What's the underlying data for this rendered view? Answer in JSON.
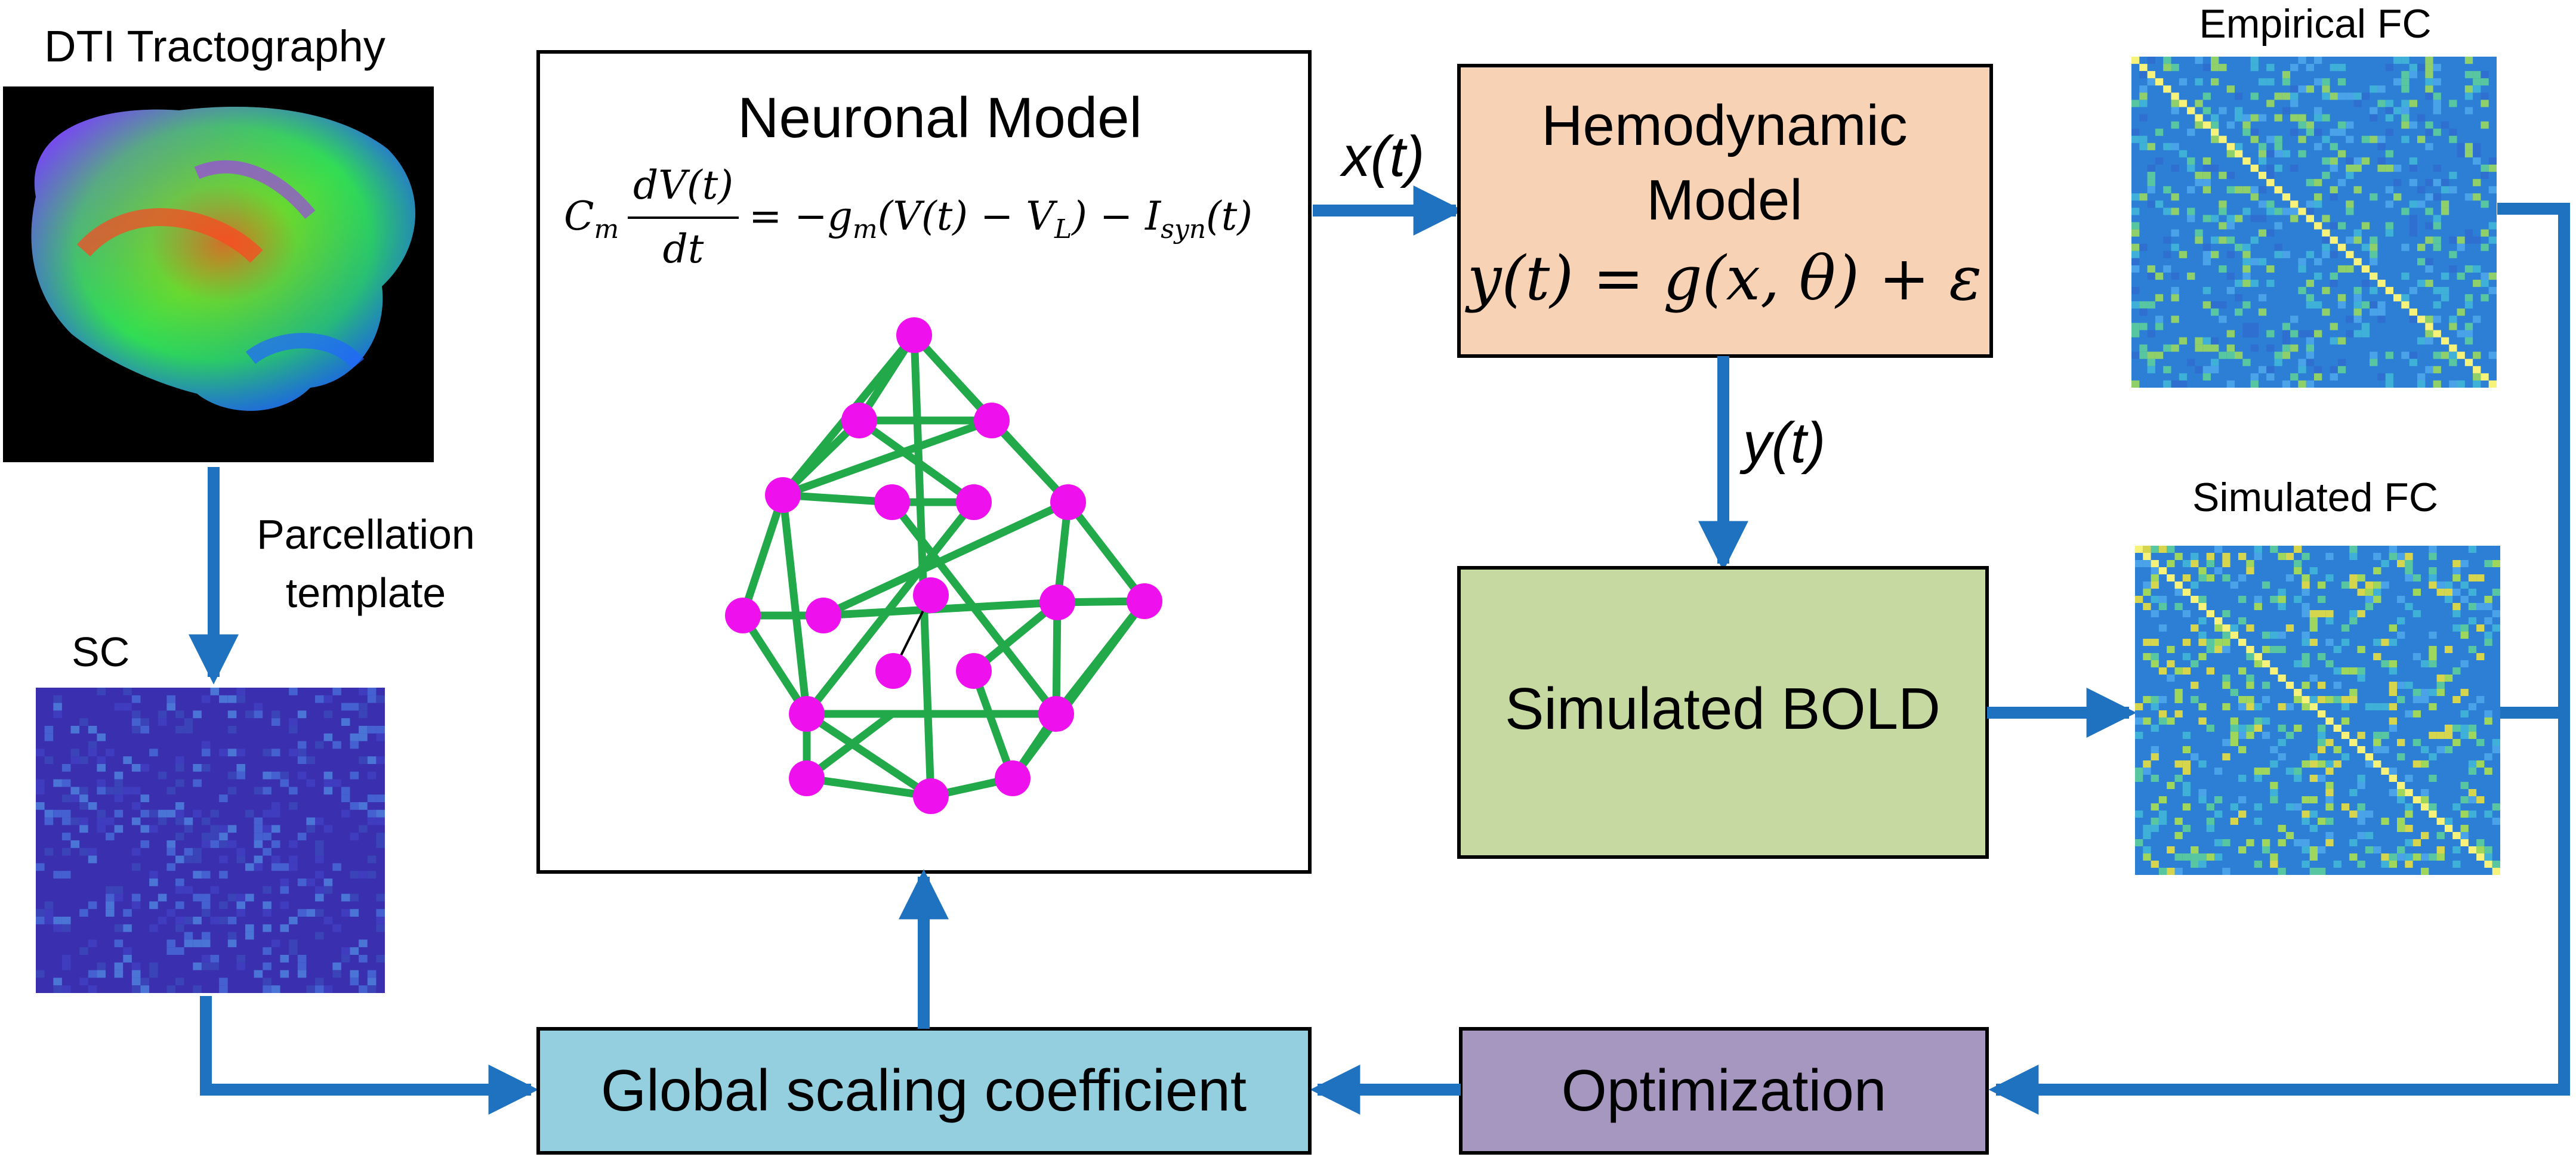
{
  "tractography": {
    "title": "DTI Tractography",
    "image_desc": "sagittal-brain-fiber-tracts"
  },
  "parcellation_label_line1": "Parcellation",
  "parcellation_label_line2": "template",
  "sc": {
    "title": "SC"
  },
  "neuronal_model": {
    "title": "Neuronal Model",
    "equation_lhs_coef": "C",
    "equation_lhs_sub": "m",
    "equation_frac_num": "dV(t)",
    "equation_frac_den": "dt",
    "equation_rhs": "= −g",
    "equation_rhs_sub": "m",
    "equation_rhs_rest": "(V(t) − V",
    "equation_rhs_sub2": "L",
    "equation_rhs_rest2": ") − I",
    "equation_rhs_sub3": "syn",
    "equation_rhs_rest3": "(t)"
  },
  "edge_x_label": "x(t)",
  "hemodynamic_model": {
    "title_line1": "Hemodynamic",
    "title_line2": "Model",
    "equation": "y(t) = g(x, θ) + ε"
  },
  "edge_y_label": "y(t)",
  "simulated_bold": {
    "label": "Simulated BOLD"
  },
  "empirical_fc": {
    "title": "Empirical FC"
  },
  "simulated_fc": {
    "title": "Simulated FC"
  },
  "optimization": {
    "label": "Optimization"
  },
  "global_scaling": {
    "label": "Global scaling coefficient"
  },
  "colors": {
    "arrow": "#1f72c0",
    "network_edge": "#22a94a",
    "network_node": "#ee11ee",
    "hemodynamic_fill": "#f8d2b4",
    "bold_fill": "#c5d9a0",
    "optimization_fill": "#a597c0",
    "global_fill": "#94cfe0",
    "sc_bg": "#3a2fae",
    "fc_bg": "#2d7fd6"
  }
}
